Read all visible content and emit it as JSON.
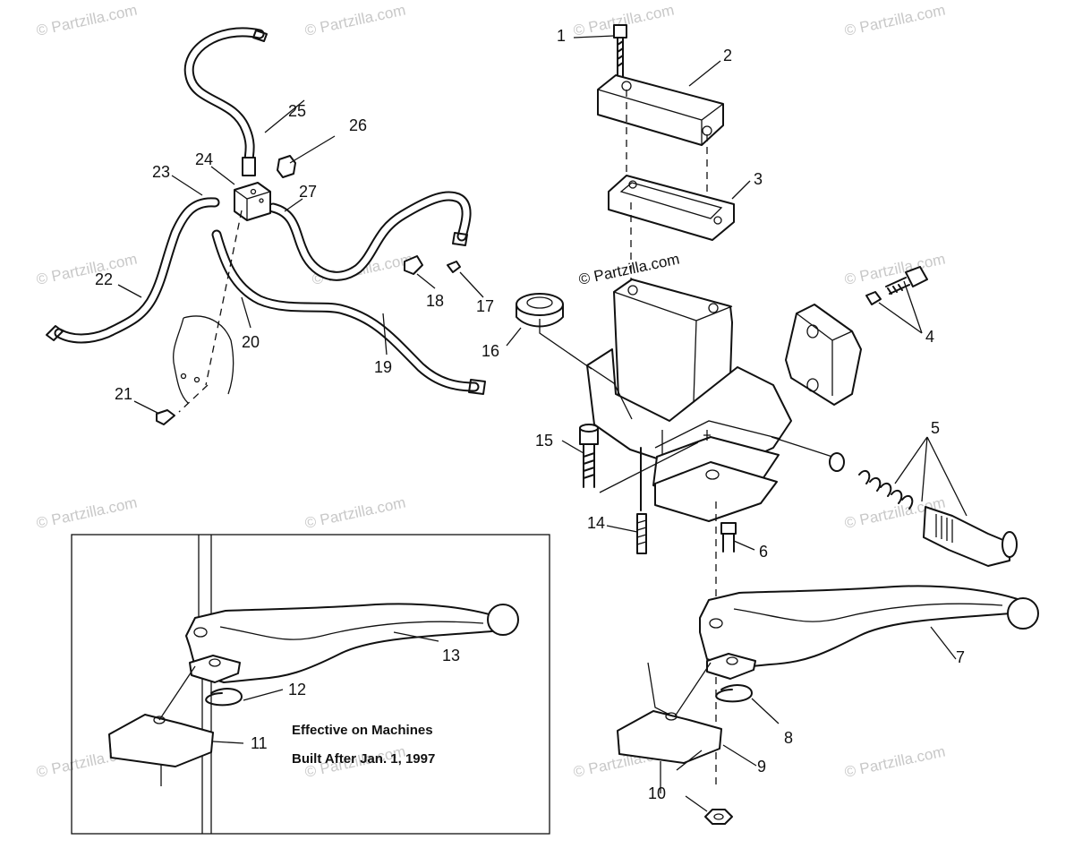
{
  "watermark": "© Partzilla.com",
  "center_watermark": "© Partzilla.com",
  "inset_note": {
    "line1": "Effective on Machines",
    "line2": "Built After Jan. 1, 1997"
  },
  "callouts": {
    "c1": "1",
    "c2": "2",
    "c3": "3",
    "c4": "4",
    "c5": "5",
    "c6": "6",
    "c7": "7",
    "c8": "8",
    "c9": "9",
    "c10": "10",
    "c11": "11",
    "c12": "12",
    "c13": "13",
    "c14": "14",
    "c15": "15",
    "c16": "16",
    "c17": "17",
    "c18": "18",
    "c19": "19",
    "c20": "20",
    "c21": "21",
    "c22": "22",
    "c23": "23",
    "c24": "24",
    "c25": "25",
    "c26": "26",
    "c27": "27"
  }
}
